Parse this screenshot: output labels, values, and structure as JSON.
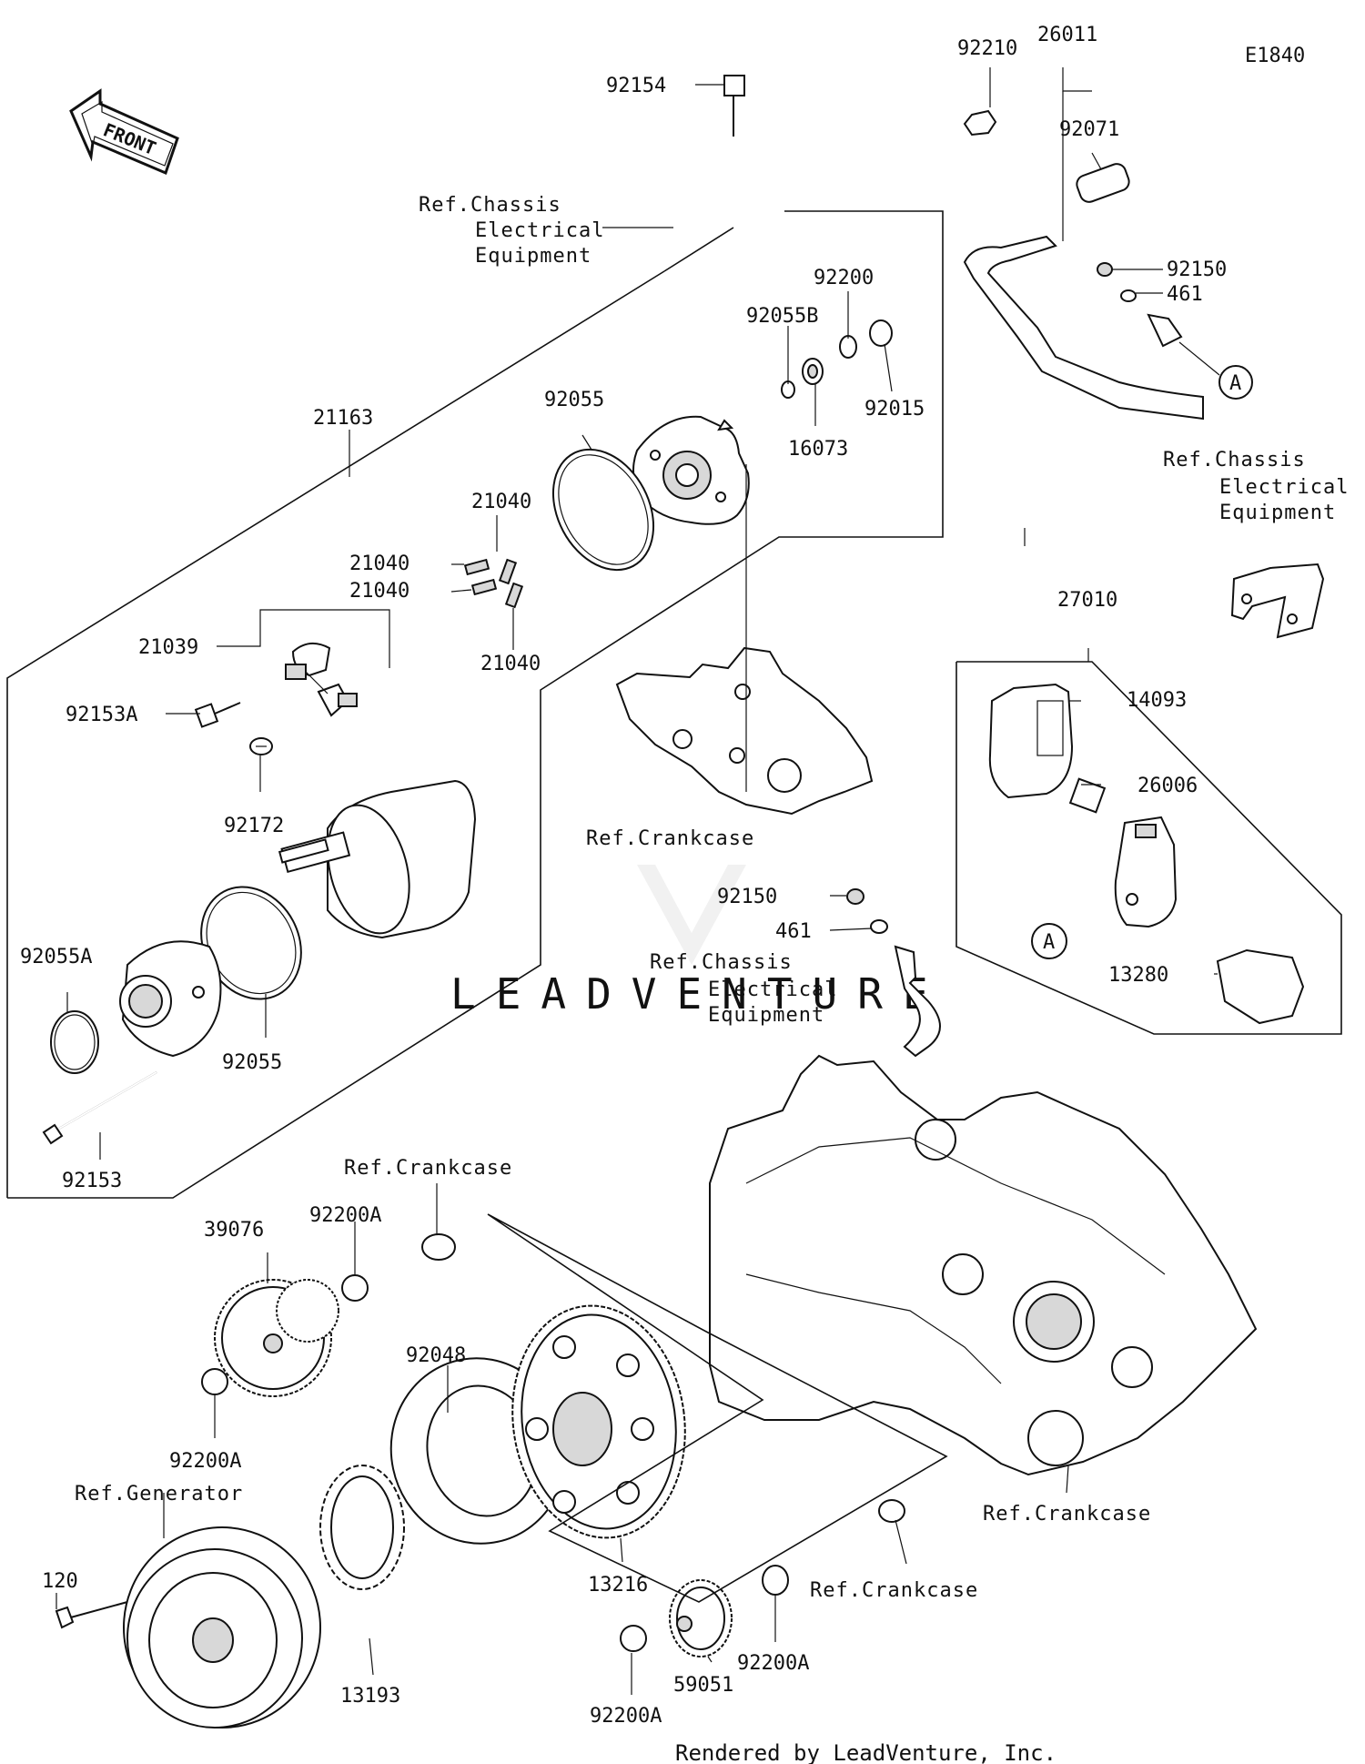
{
  "diagram_code": "E1840",
  "front_label": "FRONT",
  "watermark": "LEADVENTURE",
  "credit": "Rendered by LeadVenture, Inc.",
  "callout_marker": "A",
  "refs": {
    "chassis_a": [
      "Ref.Chassis",
      "Electrical",
      "Equipment"
    ],
    "chassis_b": [
      "Ref.Chassis",
      "Electrical",
      "Equipment"
    ],
    "chassis_c": [
      "Ref.Chassis",
      "Electrical",
      "Equipment"
    ],
    "crankcase": "Ref.Crankcase",
    "generator": "Ref.Generator"
  },
  "parts": {
    "p92154": "92154",
    "p92210": "92210",
    "p26011": "26011",
    "p92071": "92071",
    "p92150a": "92150",
    "p461a": "461",
    "p92200": "92200",
    "p92055b": "92055B",
    "p92015": "92015",
    "p16073": "16073",
    "p92055_top": "92055",
    "p21163": "21163",
    "p21040_a": "21040",
    "p21040_b": "21040",
    "p21040_c": "21040",
    "p21040_d": "21040",
    "p21039": "21039",
    "p92153a": "92153A",
    "p92172": "92172",
    "p27010": "27010",
    "p14093": "14093",
    "p26006": "26006",
    "p13280": "13280",
    "p92150b": "92150",
    "p461b": "461",
    "p92055a": "92055A",
    "p92055_mid": "92055",
    "p92153": "92153",
    "p39076": "39076",
    "p92200a_1": "92200A",
    "p92200a_2": "92200A",
    "p92048": "92048",
    "p120": "120",
    "p13193": "13193",
    "p13216": "13216",
    "p92200a_3": "92200A",
    "p92200a_4": "92200A",
    "p59051": "59051"
  }
}
